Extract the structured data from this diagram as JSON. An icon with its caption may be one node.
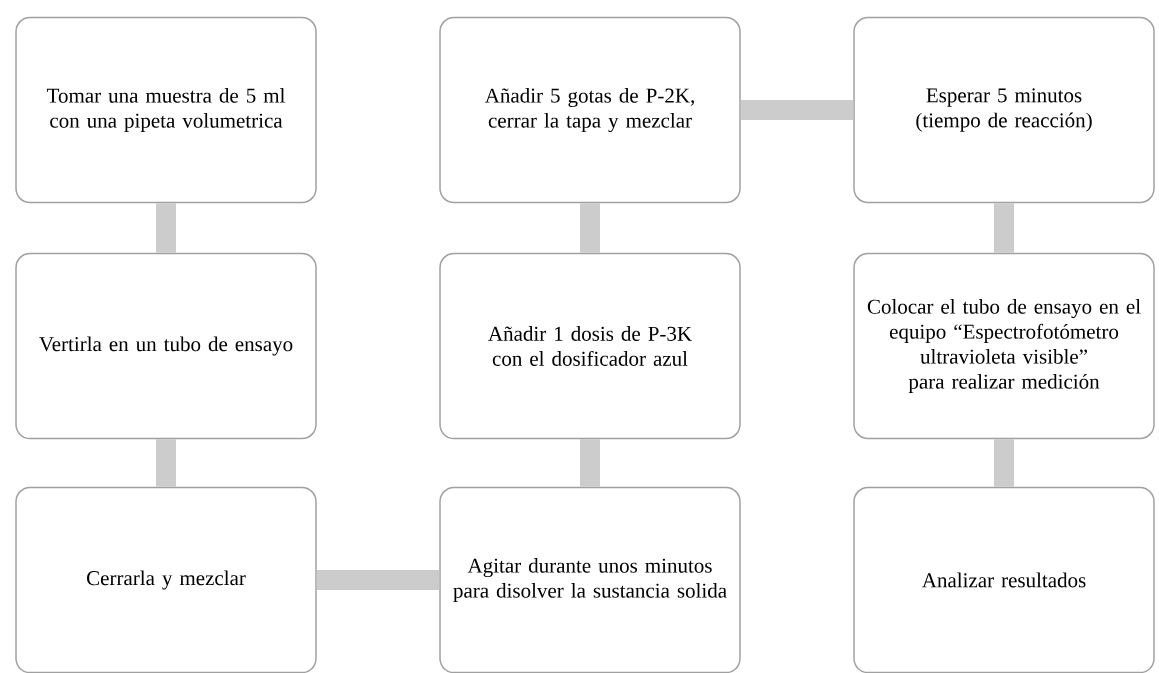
{
  "diagram": {
    "nodes": [
      {
        "text": [
          "Tomar una muestra de 5 ml con una pipeta volumetrica"
        ]
      },
      {
        "text": [
          "Vertirla en un tubo de ensayo"
        ]
      },
      {
        "text": [
          "Cerrarla y mezclar"
        ]
      },
      {
        "text": [
          "Agitar durante unos minutos para disolver la sustancia solida"
        ]
      },
      {
        "text": [
          "Añadir 1 dosis de P-3K con el dosificador azul"
        ]
      },
      {
        "text": [
          "Añadir 5 gotas de P-2K, cerrar la tapa y mezclar"
        ]
      },
      {
        "text": [
          "Esperar 5 minutos (tiempo de reacción)"
        ]
      },
      {
        "text": [
          "Colocar el tubo de ensayo en el equipo “Espectrofotómetro ultravioleta visible” para realizar medición"
        ]
      },
      {
        "text": [
          "Analizar resultados"
        ]
      }
    ],
    "edges": [
      {
        "from": 0,
        "to": 1,
        "arrow": "none"
      },
      {
        "from": 1,
        "to": 2,
        "arrow": "none"
      },
      {
        "from": 2,
        "to": 3,
        "arrow": "none"
      },
      {
        "from": 3,
        "to": 4,
        "arrow": "none"
      },
      {
        "from": 4,
        "to": 5,
        "arrow": "none"
      },
      {
        "from": 5,
        "to": 6,
        "arrow": "none"
      },
      {
        "from": 6,
        "to": 7,
        "arrow": "none"
      },
      {
        "from": 7,
        "to": 8,
        "arrow": "none"
      }
    ]
  }
}
